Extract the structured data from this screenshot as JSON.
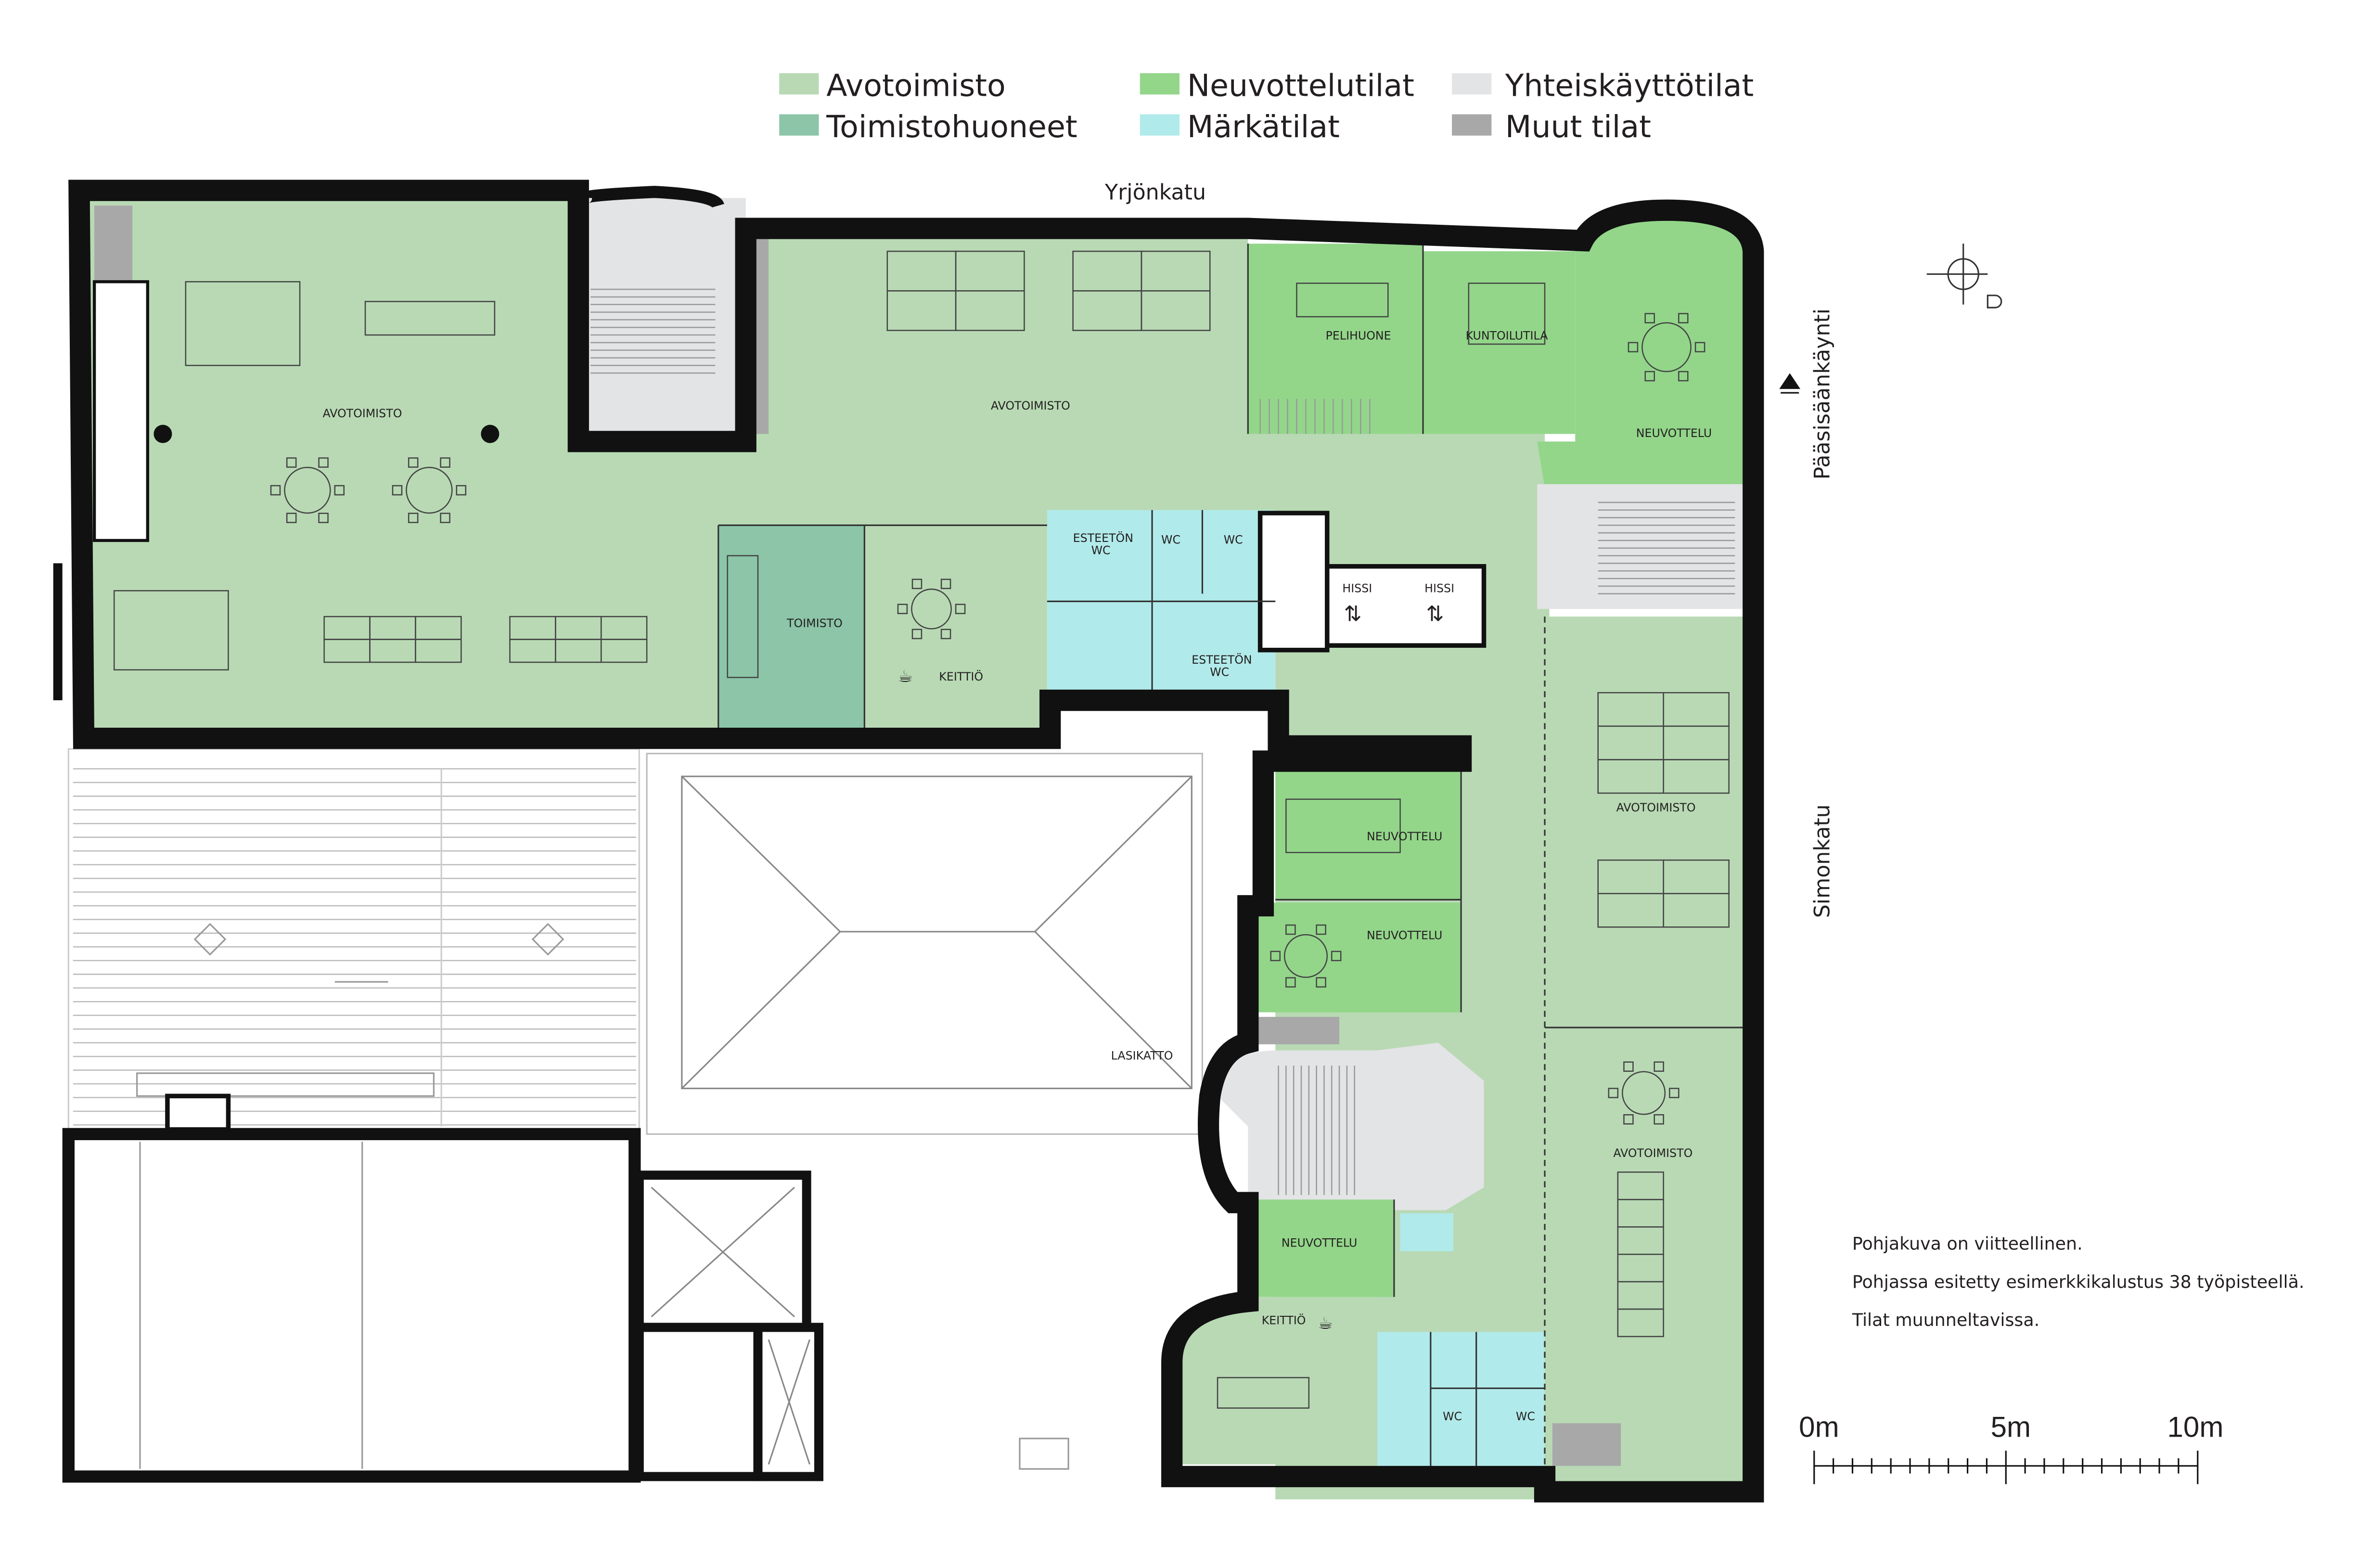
{
  "colors": {
    "avotoimisto": "#b8d9b4",
    "toimistohuoneet": "#8cc5a8",
    "neuvottelutilat": "#93d68a",
    "markatilat": "#b1eaea",
    "yhteiskayttotilat": "#e3e4e6",
    "muut_tilat": "#a8a8a8",
    "wall": "#111111"
  },
  "legend": [
    {
      "label": "Avotoimisto",
      "color": "#b8d9b4"
    },
    {
      "label": "Toimistohuoneet",
      "color": "#8cc5a8"
    },
    {
      "label": "Neuvottelutilat",
      "color": "#93d68a"
    },
    {
      "label": "Märkätilat",
      "color": "#b1eaea"
    },
    {
      "label": "Yhteiskäyttötilat",
      "color": "#e3e4e6"
    },
    {
      "label": "Muut tilat",
      "color": "#a8a8a8"
    }
  ],
  "streets": {
    "top": "Yrjönkatu",
    "right": "Simonkatu",
    "entrance": "Pääsisäänkäynti"
  },
  "rooms": {
    "avotoimisto_left": "AVOTOIMISTO",
    "avotoimisto_top": "AVOTOIMISTO",
    "peluhuone": "PELIHUONE",
    "kuntoilutila": "KUNTOILUTILA",
    "neuvottelu_corner": "NEUVOTTELU",
    "toimisto": "TOIMISTO",
    "keittio_top": "KEITTIÖ",
    "esteeton_wc_1a": "ESTEETÖN",
    "esteeton_wc_1b": "WC",
    "wc_1": "WC",
    "wc_2": "WC",
    "esteeton_wc_2a": "ESTEETÖN",
    "esteeton_wc_2b": "WC",
    "hissi_1": "HISSI",
    "hissi_2": "HISSI",
    "neuvottelu_1": "NEUVOTTELU",
    "neuvottelu_2": "NEUVOTTELU",
    "neuvottelu_3": "NEUVOTTELU",
    "avotoimisto_right_1": "AVOTOIMISTO",
    "avotoimisto_right_2": "AVOTOIMISTO",
    "keittio_bottom": "KEITTIÖ",
    "wc_3": "WC",
    "wc_4": "WC",
    "lasikatto": "LASIKATTO"
  },
  "notes": [
    "Pohjakuva on viitteellinen.",
    "Pohjassa esitetty esimerkkikalustus 38 työpisteellä.",
    "Tilat muunneltavissa."
  ],
  "scale": {
    "labels": [
      "0m",
      "5m",
      "10m"
    ],
    "max_m": 10
  }
}
